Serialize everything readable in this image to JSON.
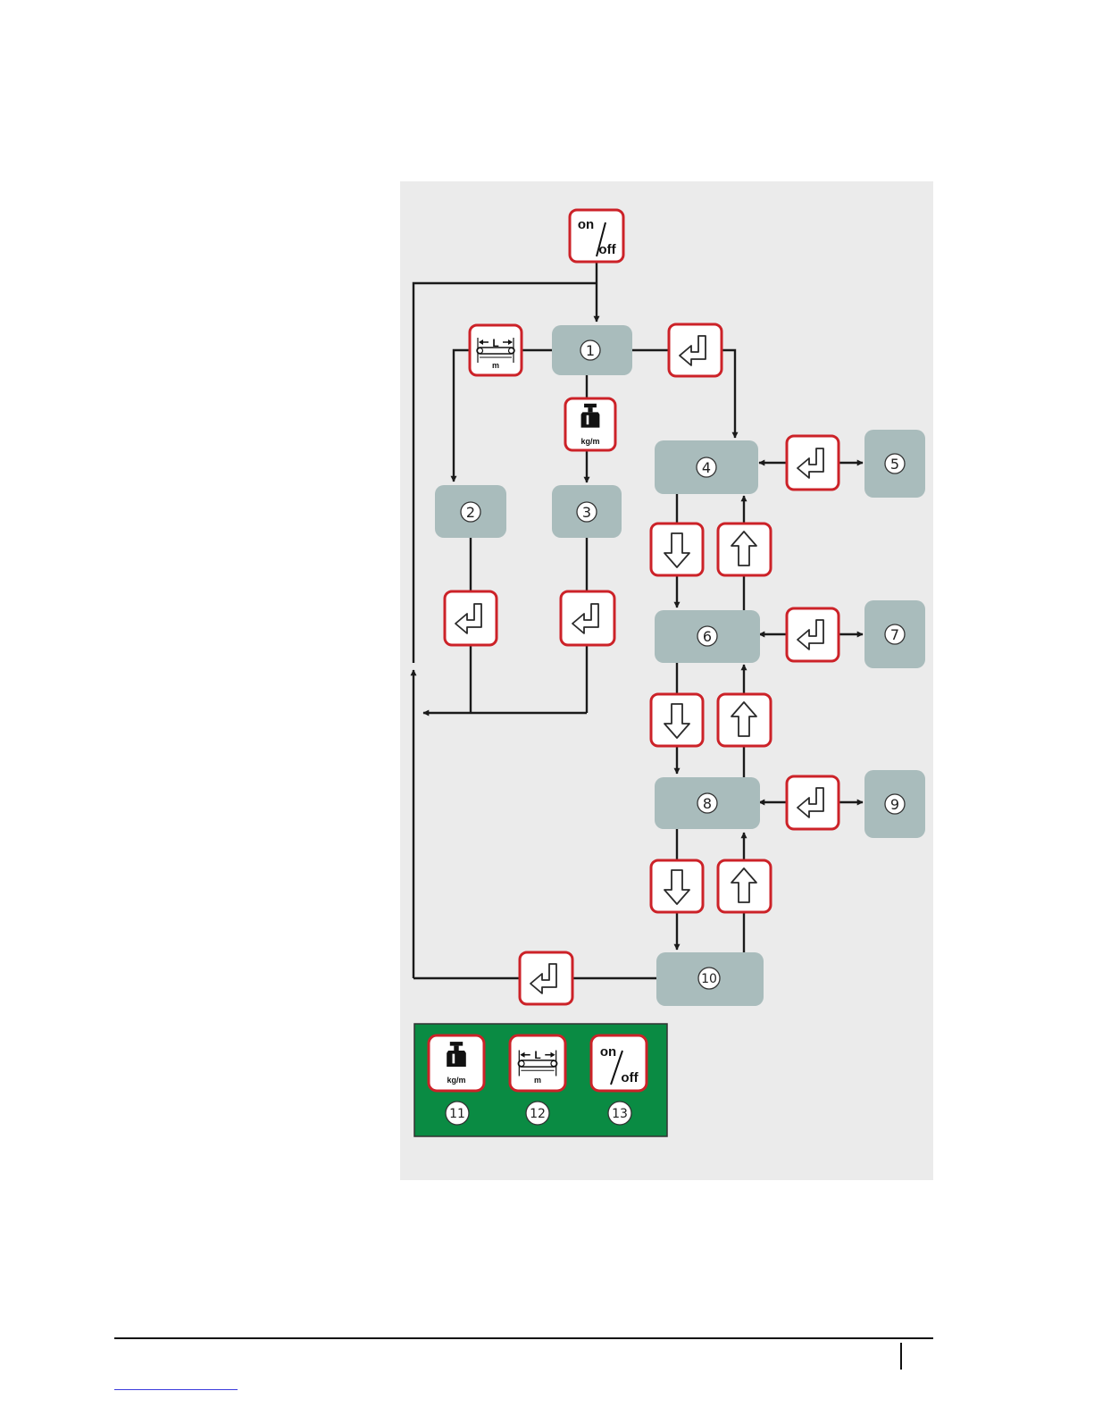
{
  "diagram": {
    "nodes": [
      "1",
      "2",
      "3",
      "4",
      "5",
      "6",
      "7",
      "8",
      "9",
      "10"
    ],
    "legend": [
      "11",
      "12",
      "13"
    ],
    "on_off_button": {
      "top": "on",
      "bottom": "off"
    },
    "length_button": {
      "top": "L",
      "bottom": "m"
    },
    "weight_button": {
      "unit": "kg/m"
    },
    "colors": {
      "panel_background": "#ebebeb",
      "node_fill": "#a9bcbc",
      "button_border": "#cc2228",
      "legend_background": "#0a8b43",
      "connector": "#1a1a1a"
    }
  }
}
